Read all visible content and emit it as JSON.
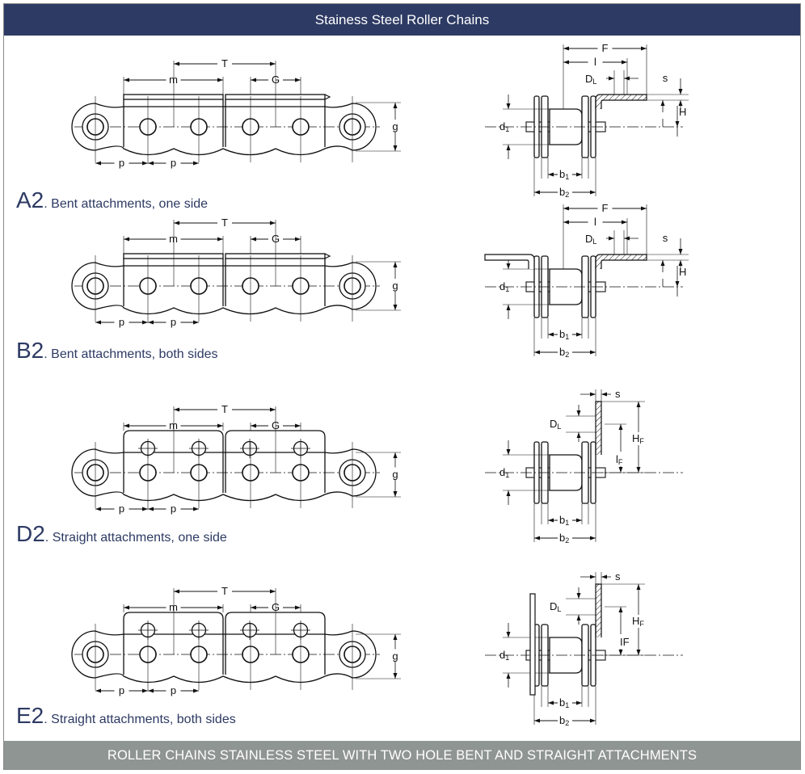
{
  "header": {
    "title": "Stainess Steel Roller Chains"
  },
  "footer": {
    "text": "ROLLER CHAINS STAINLESS STEEL WITH TWO HOLE BENT AND STRAIGHT ATTACHMENTS"
  },
  "sections": [
    {
      "code": "A2",
      "caption": ". Bent attachments, one side"
    },
    {
      "code": "B2",
      "caption": ". Bent attachments, both sides"
    },
    {
      "code": "D2",
      "caption": ". Straight attachments, one side"
    },
    {
      "code": "E2",
      "caption": ". Straight attachments, both sides"
    }
  ],
  "labels": {
    "T": "T",
    "m": "m",
    "G": "G",
    "p": "p",
    "g": "g",
    "F": "F",
    "l": "l",
    "s": "s",
    "H": "H",
    "D": "D",
    "L": "L",
    "d": "d",
    "b": "b",
    "one": "1",
    "two": "2",
    "HF_main": "H",
    "HF_sub": "F",
    "lF_main": "l",
    "lF_sub": "F",
    "IF": "IF"
  },
  "colors": {
    "header": "#2d3a63",
    "footer": "#8f9592",
    "caption": "#2d3a63",
    "line": "#111111"
  }
}
